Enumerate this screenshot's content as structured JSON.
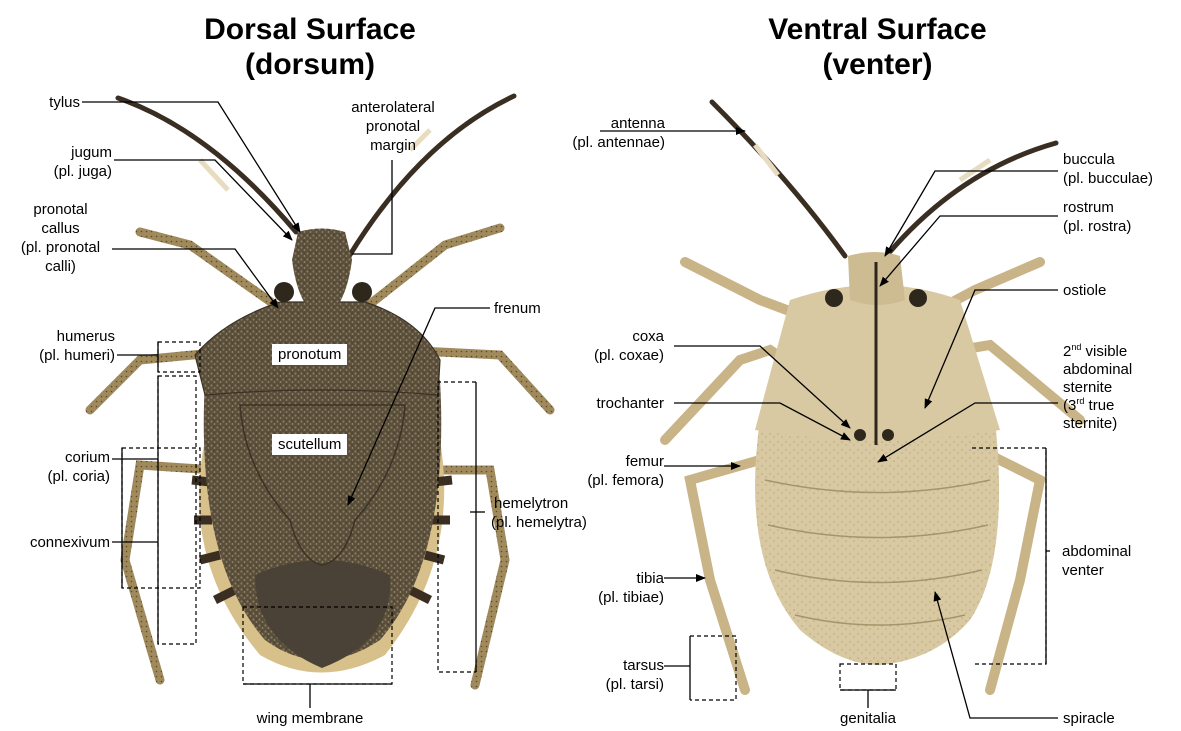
{
  "dorsal": {
    "title_line1": "Dorsal Surface",
    "title_line2": "(dorsum)",
    "labels": {
      "tylus": "tylus",
      "jugum": "jugum",
      "jugum_pl": "(pl. juga)",
      "pronotal_callus_1": "pronotal",
      "pronotal_callus_2": "callus",
      "pronotal_callus_3": "(pl. pronotal",
      "pronotal_callus_4": "calli)",
      "humerus": "humerus",
      "humerus_pl": "(pl. humeri)",
      "corium": "corium",
      "corium_pl": "(pl. coria)",
      "connexivum": "connexivum",
      "anterolateral_1": "anterolateral",
      "anterolateral_2": "pronotal",
      "anterolateral_3": "margin",
      "frenum": "frenum",
      "pronotum": "pronotum",
      "scutellum": "scutellum",
      "hemelytron": "hemelytron",
      "hemelytron_pl": "(pl. hemelytra)",
      "wing_membrane": "wing membrane"
    }
  },
  "ventral": {
    "title_line1": "Ventral Surface",
    "title_line2": "(venter)",
    "labels": {
      "antenna": "antenna",
      "antenna_pl": "(pl. antennae)",
      "coxa": "coxa",
      "coxa_pl": "(pl. coxae)",
      "trochanter": "trochanter",
      "femur": "femur",
      "femur_pl": "(pl. femora)",
      "tibia": "tibia",
      "tibia_pl": "(pl. tibiae)",
      "tarsus": "tarsus",
      "tarsus_pl": "(pl. tarsi)",
      "genitalia": "genitalia",
      "buccula": "buccula",
      "buccula_pl": "(pl. bucculae)",
      "rostrum": "rostrum",
      "rostrum_pl": "(pl. rostra)",
      "ostiole": "ostiole",
      "sternite_num": "2",
      "sternite_sup": "nd",
      "sternite_1": "visible",
      "sternite_2": "abdominal",
      "sternite_3": "sternite",
      "sternite_4_pre": "(3",
      "sternite_4_sup": "rd",
      "sternite_4_post": "true",
      "sternite_5": "sternite)",
      "abdominal_venter_1": "abdominal",
      "abdominal_venter_2": "venter",
      "spiracle": "spiracle"
    }
  },
  "colors": {
    "dorsal_body": "#5a4f3c",
    "dorsal_mottle": "#8a7a5a",
    "connexivum_light": "#d8c08a",
    "connexivum_dark": "#3a2e22",
    "membrane": "#4a4236",
    "ventral_body": "#d9c9a2",
    "ventral_shade": "#b9a67c",
    "leg": "#a08a5c",
    "leg_dark": "#5a4a30"
  }
}
